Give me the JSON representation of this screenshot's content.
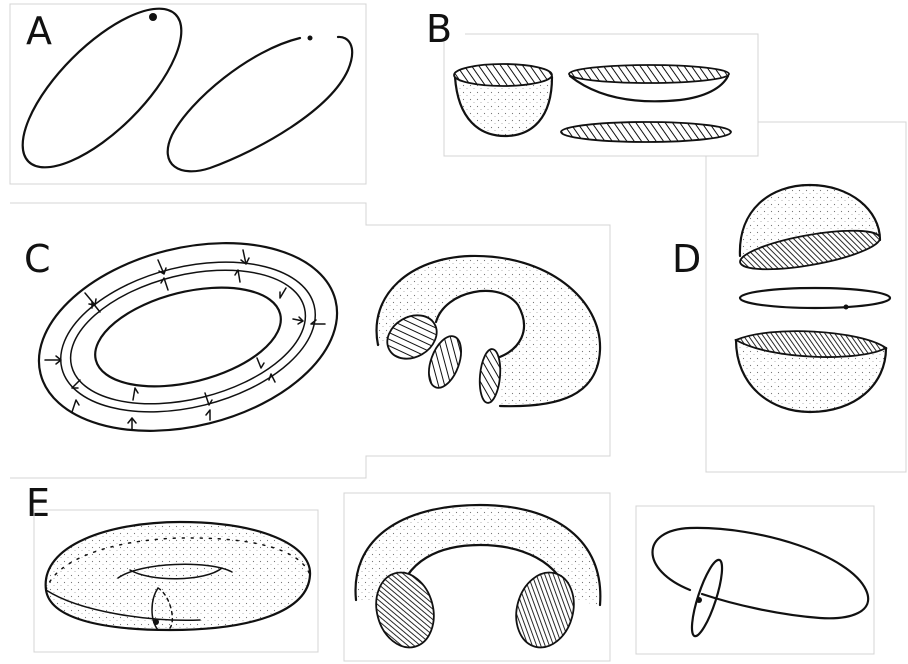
{
  "panels": {
    "a": {
      "label": "A"
    },
    "b": {
      "label": "B"
    },
    "c": {
      "label": "C"
    },
    "d": {
      "label": "D"
    },
    "e": {
      "label": "E"
    }
  },
  "colors": {
    "ink": "#111111",
    "frame": "#d4d4d4",
    "background": "#ffffff"
  }
}
